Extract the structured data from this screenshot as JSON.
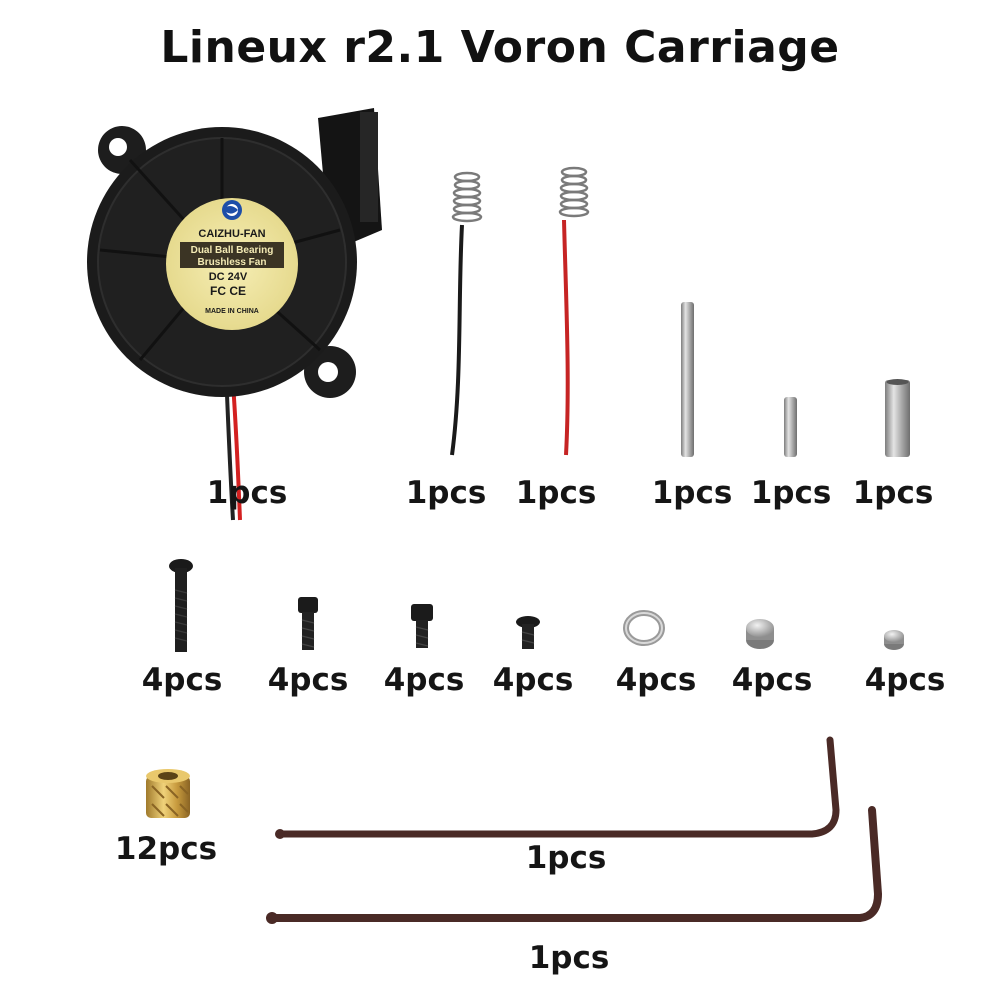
{
  "title": "Lineux r2.1 Voron Carriage",
  "fan_sticker": {
    "brand": "CAIZHU-FAN",
    "line1": "Dual Ball Bearing",
    "line2": "Brushless Fan",
    "voltage": "DC 24V",
    "marks": "FC CE",
    "origin": "MADE IN CHINA"
  },
  "quantities": {
    "fan": "1pcs",
    "spring_black": "1pcs",
    "spring_red": "1pcs",
    "pin_long": "1pcs",
    "pin_short": "1pcs",
    "sleeve": "1pcs",
    "screw_button_long": "4pcs",
    "screw_cap_1": "4pcs",
    "screw_cap_2": "4pcs",
    "screw_button_short": "4pcs",
    "washer": "4pcs",
    "magnet_large": "4pcs",
    "magnet_small": "4pcs",
    "insert": "12pcs",
    "hex_key_1": "1pcs",
    "hex_key_2": "1pcs"
  }
}
